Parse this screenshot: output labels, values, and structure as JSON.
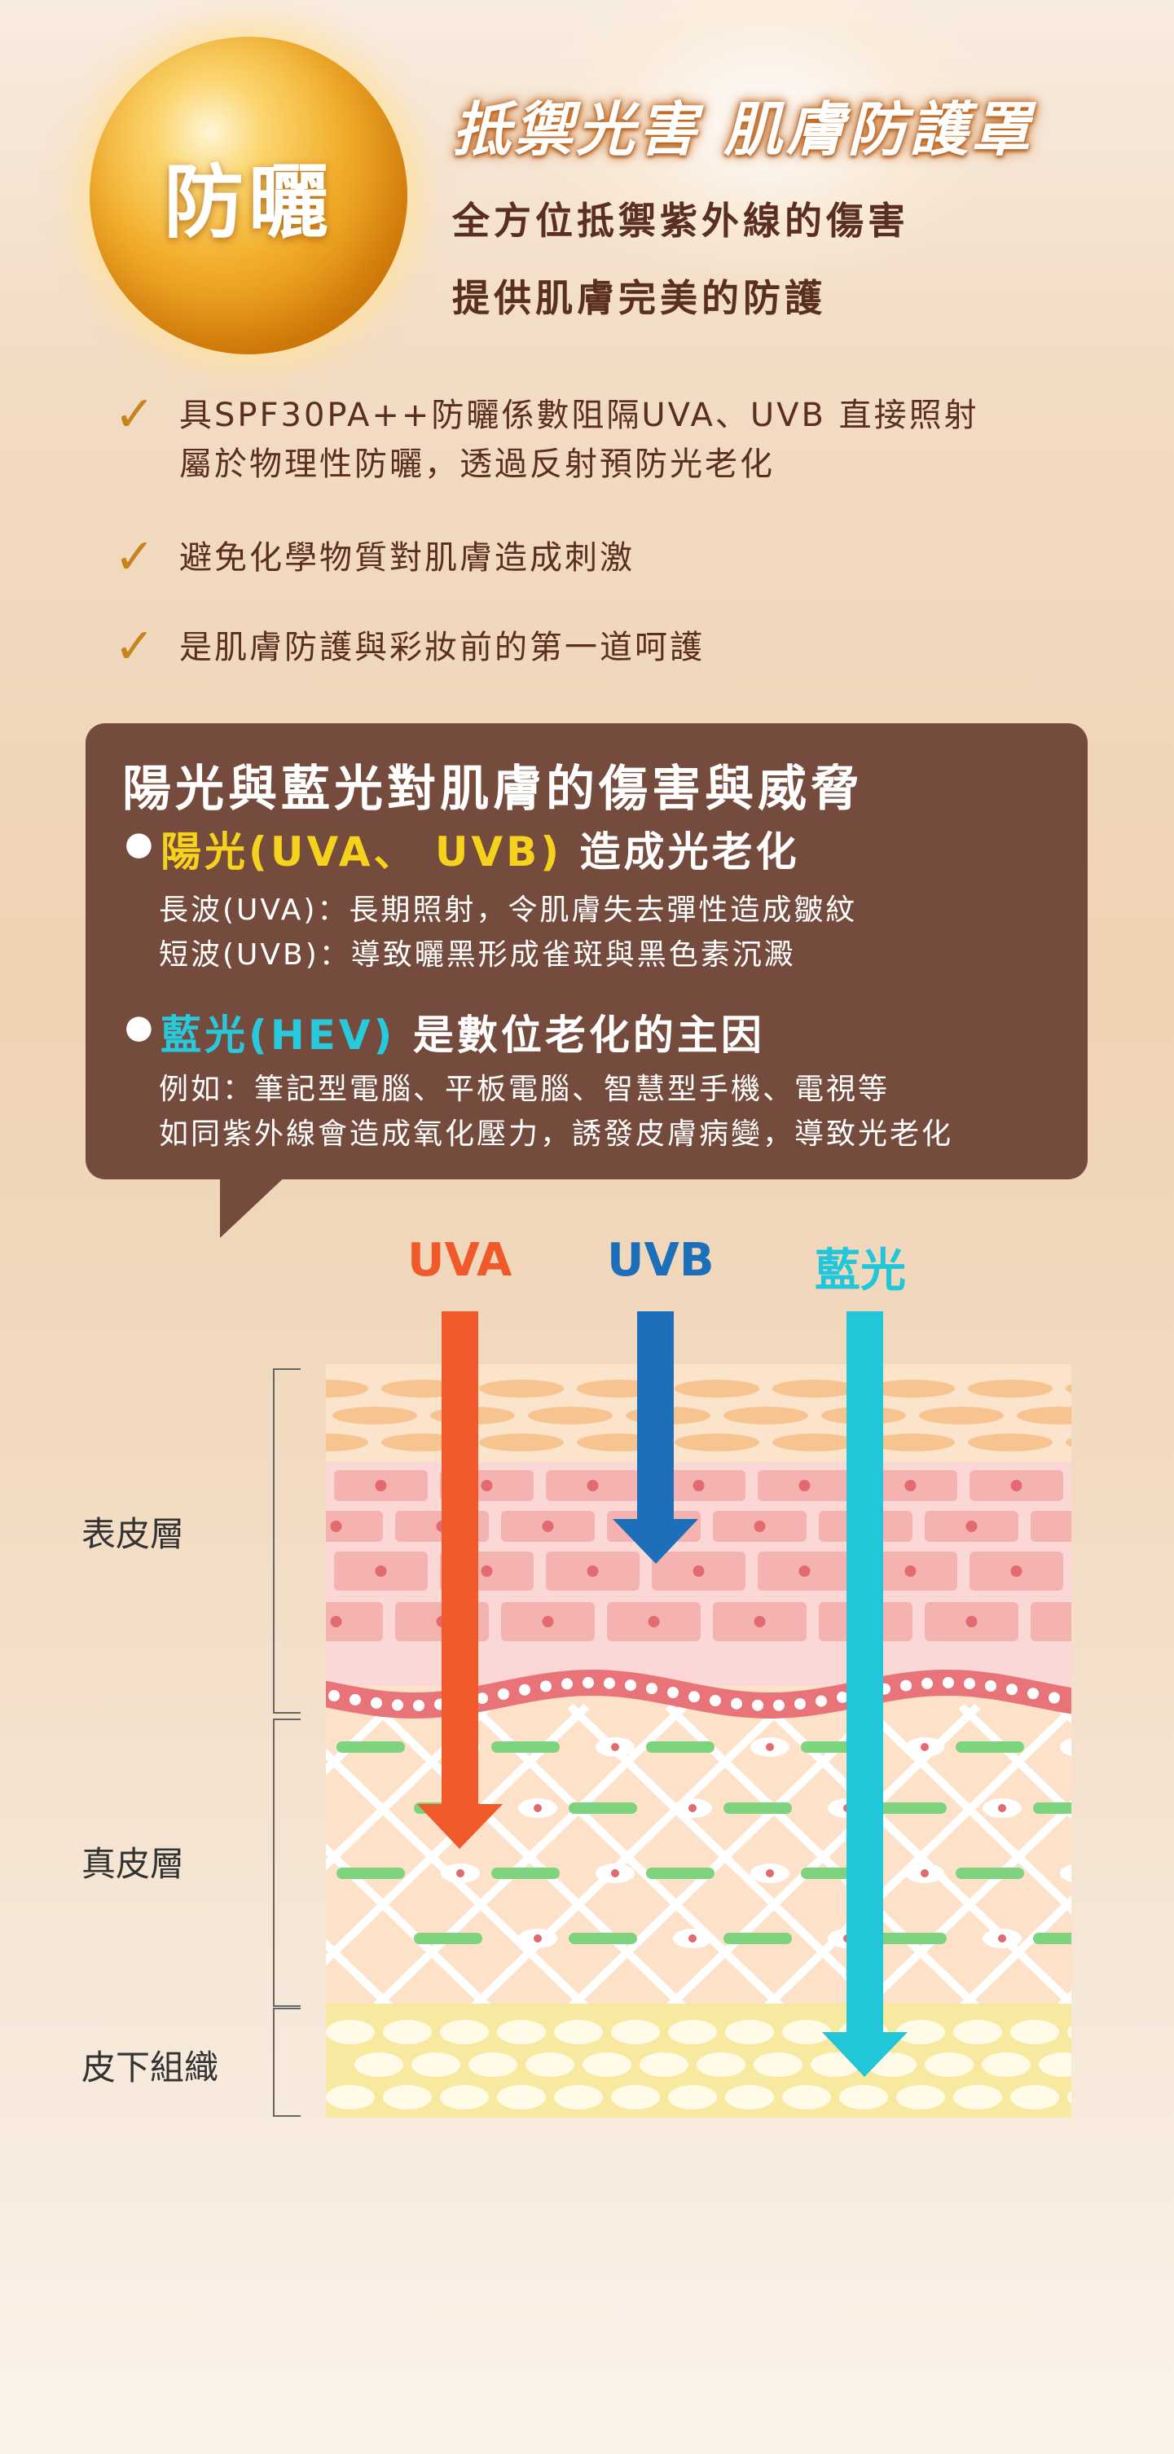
{
  "orb": {
    "label": "防曬"
  },
  "headline": "抵禦光害 肌膚防護罩",
  "intro": {
    "line1": "全方位抵禦紫外線的傷害",
    "line2": "提供肌膚完美的防護"
  },
  "checklist": [
    {
      "lines": [
        "具SPF30PA++防曬係數阻隔UVA、UVB 直接照射",
        "屬於物理性防曬，透過反射預防光老化"
      ]
    },
    {
      "lines": [
        "避免化學物質對肌膚造成刺激"
      ]
    },
    {
      "lines": [
        "是肌膚防護與彩妝前的第一道呵護"
      ]
    }
  ],
  "bubble": {
    "title": "陽光與藍光對肌膚的傷害與威脅",
    "sections": [
      {
        "heading_highlight": "陽光(UVA、 UVB)",
        "heading_rest": " 造成光老化",
        "highlight_color": "#f5d31d",
        "lines": [
          "長波(UVA)：長期照射，令肌膚失去彈性造成皺紋",
          "短波(UVB)：導致曬黑形成雀斑與黑色素沉澱"
        ]
      },
      {
        "heading_highlight": "藍光(HEV)",
        "heading_rest": " 是數位老化的主因",
        "highlight_color": "#29c9dc",
        "lines": [
          "例如：筆記型電腦、平板電腦、智慧型手機、電視等",
          "如同紫外線會造成氧化壓力，誘發皮膚病變，導致光老化"
        ]
      }
    ]
  },
  "rays": [
    {
      "label": "UVA",
      "color": "#f05a2a"
    },
    {
      "label": "UVB",
      "color": "#1d6fba"
    },
    {
      "label": "藍光",
      "color": "#22c6d9"
    }
  ],
  "layers": [
    {
      "label": "表皮層"
    },
    {
      "label": "真皮層"
    },
    {
      "label": "皮下組織"
    }
  ],
  "colors": {
    "text_brown": "#5a2f22",
    "check_gold": "#c6841b",
    "bubble_bg": "#744b3c",
    "epidermis_cell": "#f4b2b0",
    "dermis_fiber": "#7ed37e",
    "subcutis_fat": "#f7e9a0"
  }
}
